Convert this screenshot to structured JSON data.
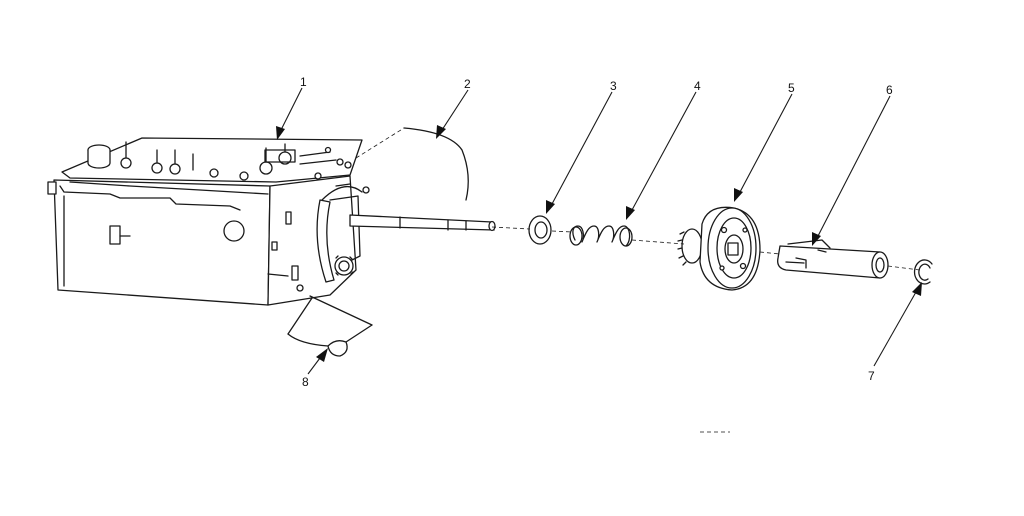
{
  "diagram": {
    "type": "exploded-parts-view",
    "callouts": [
      {
        "id": "1",
        "label": "1",
        "part": "timer-housing"
      },
      {
        "id": "2",
        "label": "2",
        "part": "shaft-assembly"
      },
      {
        "id": "3",
        "label": "3",
        "part": "washer"
      },
      {
        "id": "4",
        "label": "4",
        "part": "spring"
      },
      {
        "id": "5",
        "label": "5",
        "part": "pulley-gear"
      },
      {
        "id": "6",
        "label": "6",
        "part": "sleeve"
      },
      {
        "id": "7",
        "label": "7",
        "part": "retaining-ring"
      },
      {
        "id": "8",
        "label": "8",
        "part": "bracket"
      }
    ]
  },
  "colors": {
    "ink": "#1a1a1a",
    "paper": "#ffffff"
  }
}
